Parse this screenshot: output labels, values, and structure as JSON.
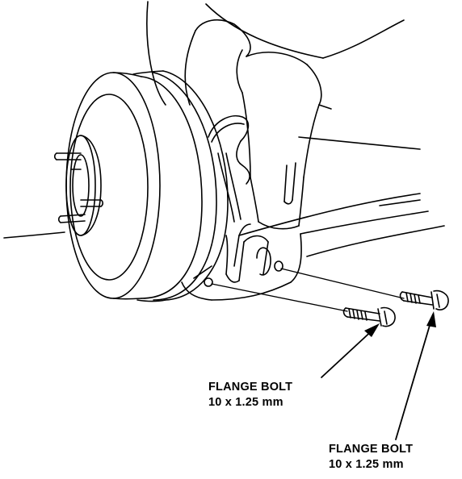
{
  "labels": [
    {
      "name": "FLANGE BOLT",
      "size": "10 x 1.25 mm"
    },
    {
      "name": "FLANGE BOLT",
      "size": "10 x 1.25 mm"
    }
  ],
  "colors": {
    "line": "#000000",
    "background": "#ffffff"
  }
}
